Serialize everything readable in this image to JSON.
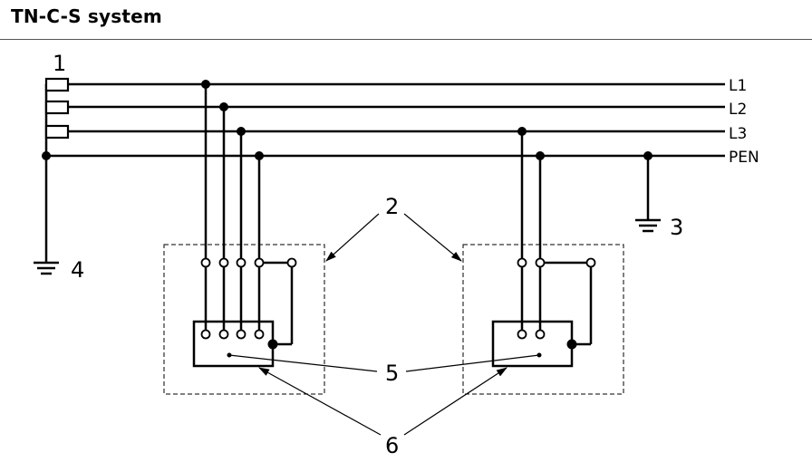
{
  "title": "TN-C-S system",
  "conductors": [
    "L1",
    "L2",
    "L3",
    "PEN"
  ],
  "callouts": [
    "1",
    "2",
    "3",
    "4",
    "5",
    "6"
  ]
}
